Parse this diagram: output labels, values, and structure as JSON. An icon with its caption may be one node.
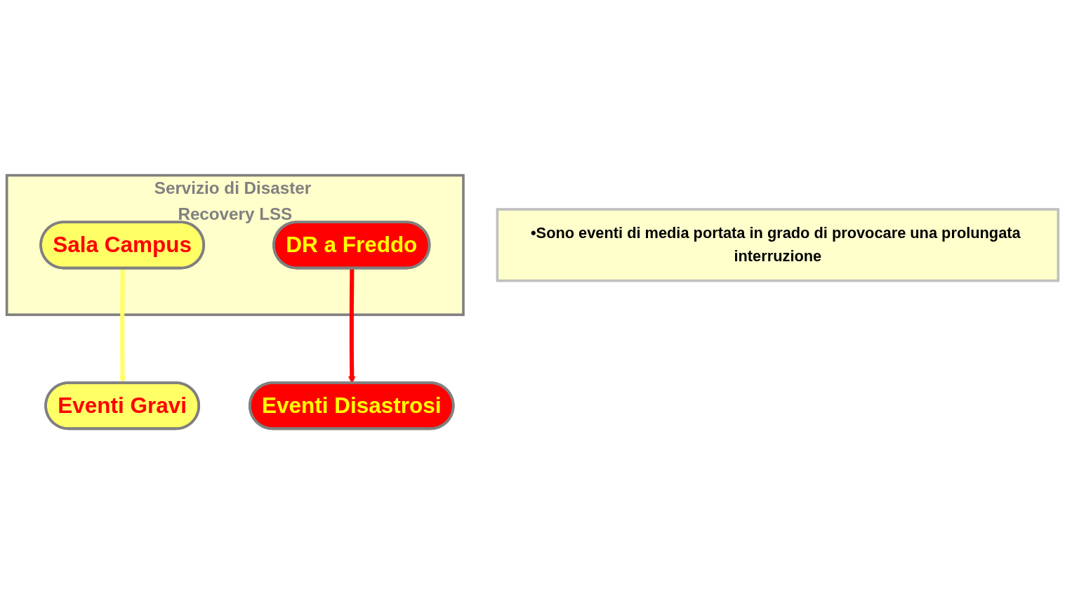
{
  "diagram": {
    "nodes": [
      {
        "text": [
          "Servizio di Disaster Recovery LSS"
        ]
      },
      {
        "text": [
          "Sala Campus"
        ],
        "in": 0
      },
      {
        "text": [
          "DR a Freddo"
        ],
        "in": 0
      },
      {
        "text": [
          "Eventi Gravi"
        ]
      },
      {
        "text": [
          "•Sono eventi di media portata in grado di provocare una prolungata interruzione"
        ]
      },
      {
        "text": [
          "Eventi Disastrosi"
        ]
      }
    ],
    "edges": [
      {
        "from": 1,
        "to": 3,
        "arrow": "to",
        "color": "#ffff66"
      },
      {
        "from": 2,
        "to": 5,
        "arrow": "to",
        "color": "#ff0000"
      }
    ]
  }
}
